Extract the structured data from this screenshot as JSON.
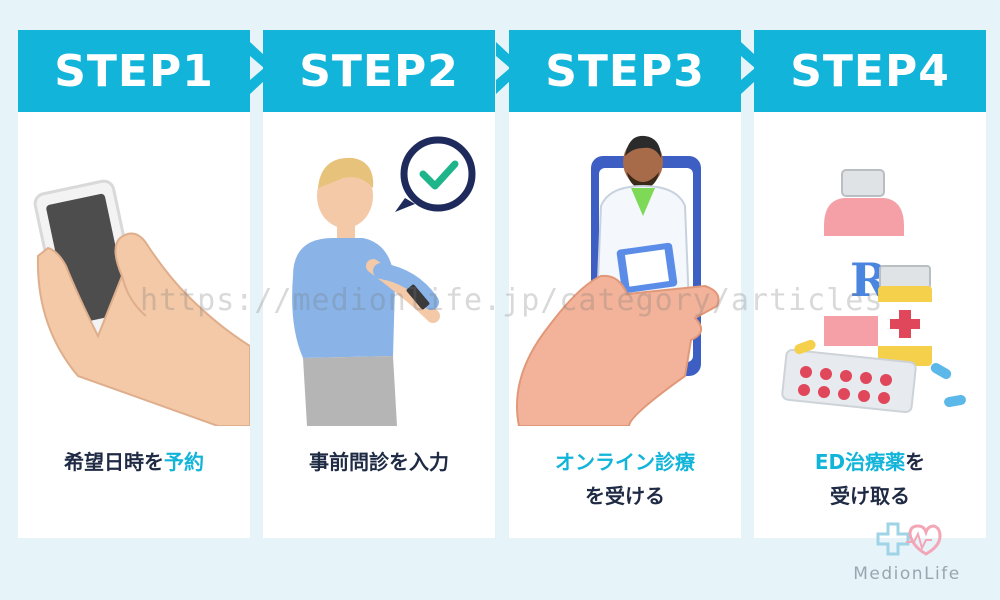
{
  "steps": [
    {
      "header": "STEP1",
      "caption_dark": "希望日時を",
      "caption_accent": "予約"
    },
    {
      "header": "STEP2",
      "caption_dark": "事前問診を入力"
    },
    {
      "header": "STEP3",
      "caption_line1": "オンライン診療",
      "caption_line2": "を受ける"
    },
    {
      "header": "STEP4",
      "caption_accent": "ED治療薬",
      "caption_dark": "を",
      "caption_line2": "受け取る"
    }
  ],
  "watermark": "https://medionlife.jp/category/articles",
  "brand": {
    "name": "MedionLife"
  },
  "colors": {
    "accent": "#12b4d9",
    "background": "#e6f4fa",
    "text": "#1f2a44"
  }
}
